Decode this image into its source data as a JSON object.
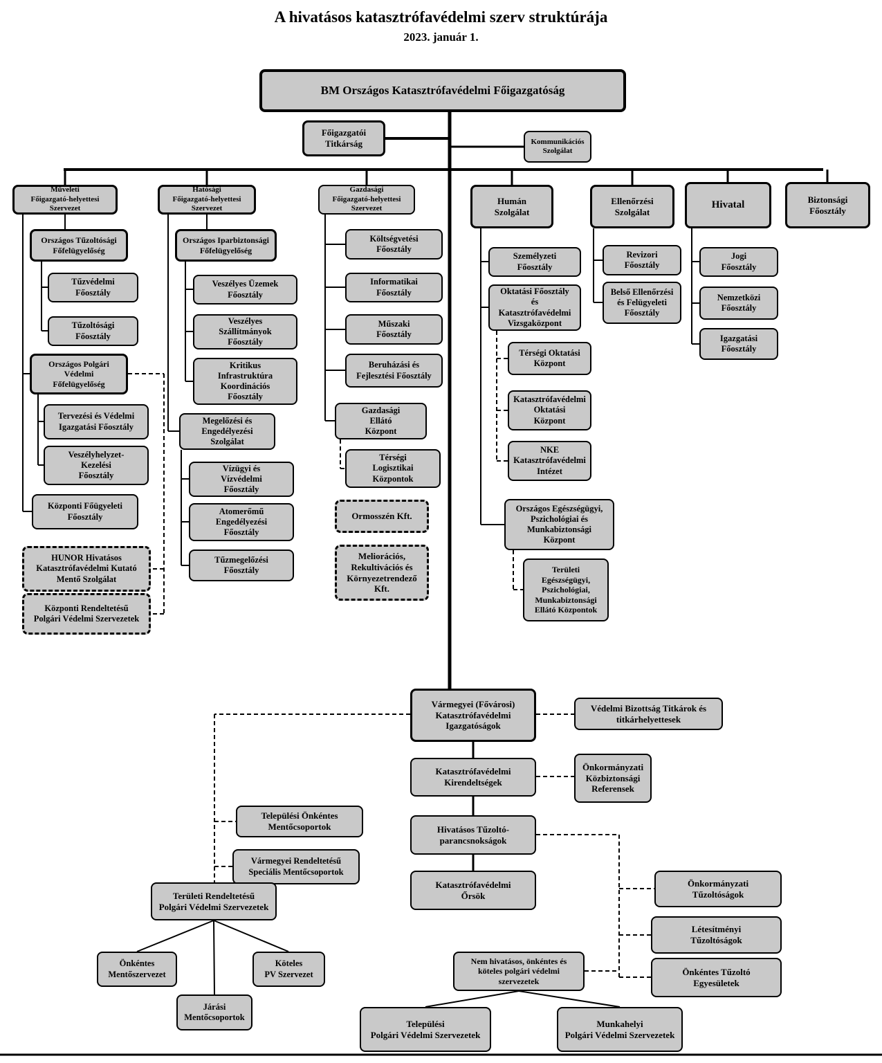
{
  "title": "A hivatásos katasztrófavédelmi szerv struktúrája",
  "subtitle": "2023. január 1.",
  "colors": {
    "box_fill": "#c9c9c9",
    "border": "#000000",
    "background": "#ffffff"
  },
  "nodes": {
    "root": "BM Országos Katasztrófavédelmi Főigazgatóság",
    "foigazgatoi_titkarsag": "Főigazgatói\nTitkárság",
    "kommunikacios": "Kommunikációs\nSzolgálat",
    "muveleti": "Műveleti\nFőigazgató-helyettesi\nSzervezet",
    "hatosagi": "Hatósági\nFőigazgató-helyettesi\nSzervezet",
    "gazdasagi": "Gazdasági\nFőigazgató-helyettesi\nSzervezet",
    "human": "Humán\nSzolgálat",
    "ellenorzesi": "Ellenőrzési\nSzolgálat",
    "hivatal": "Hivatal",
    "biztonsagi": "Biztonsági\nFőosztály",
    "otf": "Országos Tűzoltósági\nFőfelügyelőség",
    "tuzvedelmi": "Tűzvédelmi\nFőosztály",
    "tuzoltosagi": "Tűzoltósági\nFőosztály",
    "opvf": "Országos Polgári\nVédelmi\nFőfelügyelőség",
    "tervezesi": "Tervezési és Védelmi\nIgazgatási Főosztály",
    "veszelyhelyzet": "Veszélyhelyzet-\nKezelési\nFőosztály",
    "kozponti_fougyeleti": "Központi Főügyeleti\nFőosztály",
    "hunor": "HUNOR Hivatásos\nKatasztrófavédelmi Kutató\nMentő Szolgálat",
    "kozponti_rend": "Központi Rendeltetésű\nPolgári Védelmi Szervezetek",
    "oif": "Országos Iparbiztonsági\nFőfelügyelőség",
    "veszelyes_uzemek": "Veszélyes Üzemek\nFőosztály",
    "veszelyes_szallitmanyok": "Veszélyes\nSzállítmányok\nFőosztály",
    "kritikus": "Kritikus\nInfrastruktúra\nKoordinációs\nFőosztály",
    "megelozesi": "Megelőzési és\nEngedélyezési\nSzolgálat",
    "vizugyi": "Vízügyi és\nVízvédelmi\nFőosztály",
    "atomeromu": "Atomerőmű\nEngedélyezési\nFőosztály",
    "tuzmegelozesi": "Tűzmegelőzési\nFőosztály",
    "koltsegvetesi": "Költségvetési\nFőosztály",
    "informatikai": "Informatikai\nFőosztály",
    "muszaki": "Műszaki\nFőosztály",
    "beruhazasi": "Beruházási és\nFejlesztési Főosztály",
    "gek": "Gazdasági\nEllátó\nKözpont",
    "tersegi_logisztikai": "Térségi\nLogisztikai\nKözpontok",
    "ormosszen": "Ormosszén Kft.",
    "melioracios": "Meliorációs,\nRekultivációs és\nKörnyezetrendező\nKft.",
    "szemelyzeti": "Személyzeti\nFőosztály",
    "oktatasi": "Oktatási Főosztály\nés\nKatasztrófavédelmi\nVizsgaközpont",
    "tersegi_oktatasi": "Térségi Oktatási\nKözpont",
    "kv_oktatasi": "Katasztrófavédelmi\nOktatási\nKözpont",
    "nke": "NKE\nKatasztrófavédelmi\nIntézet",
    "orszagos_eu": "Országos Egészségügyi,\nPszichológiai és\nMunkabiztonsági\nKözpont",
    "teruleti_eu": "Területi\nEgészségügyi,\nPszichológiai,\nMunkabiztonsági\nEllátó Központok",
    "revizori": "Revizori\nFőosztály",
    "belso": "Belső Ellenőrzési\nés Felügyeleti\nFőosztály",
    "jogi": "Jogi\nFőosztály",
    "nemzetkozi": "Nemzetközi\nFőosztály",
    "igazgatasi": "Igazgatási\nFőosztály",
    "varmegyei": "Vármegyei (Fővárosi)\nKatasztrófavédelmi\nIgazgatóságok",
    "vedelmi_bizottsag": "Védelmi Bizottság Titkárok és\ntitkárhelyettesek",
    "kirendeltsegek": "Katasztrófavédelmi\nKirendeltségek",
    "onkormanyzati_ref": "Önkormányzati\nKözbiztonsági\nReferensek",
    "hivatasos_tuzolto": "Hivatásos Tűzoltó-\nparancsnokságok",
    "orsok": "Katasztrófavédelmi\nŐrsök",
    "onkorm_tuzoltosagok": "Önkormányzati\nTűzoltóságok",
    "letesitmenyi": "Létesítményi\nTűzoltóságok",
    "onkentes_te": "Önkéntes Tűzoltó\nEgyesületek",
    "telepulesi_onkentes": "Települési Önkéntes\nMentőcsoportok",
    "varmegyei_spec": "Vármegyei Rendeltetésű\nSpeciális Mentőcsoportok",
    "teruleti_rend": "Területi Rendeltetésű\nPolgári Védelmi Szervezetek",
    "onkentes_mento": "Önkéntes\nMentőszervezet",
    "jarasi": "Járási\nMentőcsoportok",
    "koteles": "Köteles\nPV Szervezet",
    "nem_hivatasos": "Nem hivatásos, önkéntes és\nköteles polgári védelmi\nszervezetek",
    "telepulesi_pv": "Települési\nPolgári Védelmi Szervezetek",
    "munkahelyi_pv": "Munkahelyi\nPolgári Védelmi Szervezetek"
  }
}
